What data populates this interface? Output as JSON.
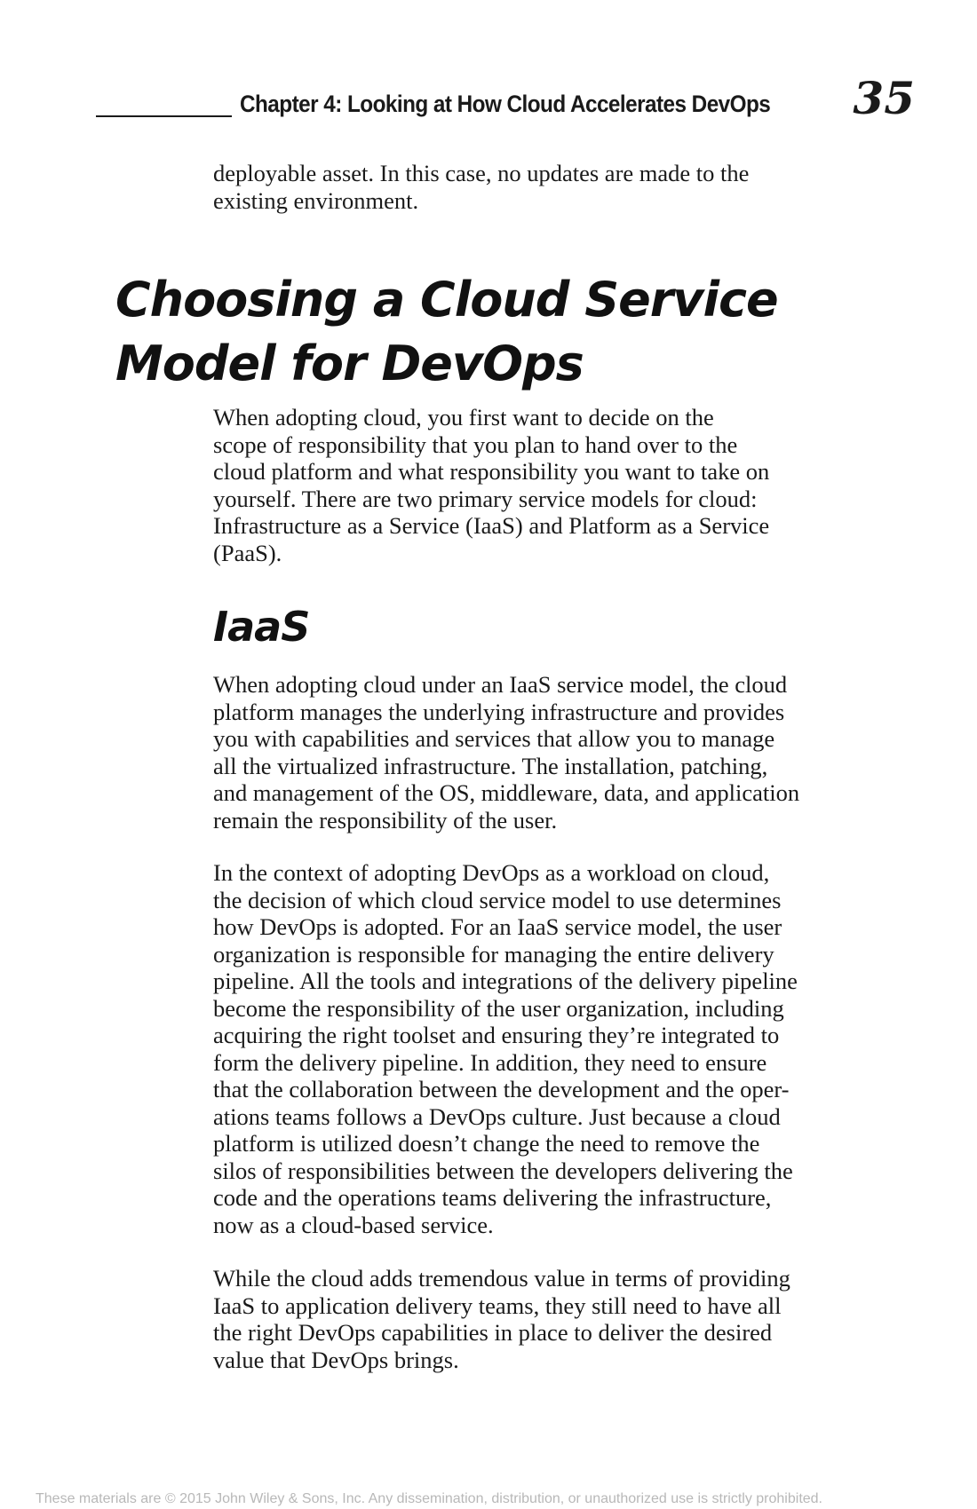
{
  "header": {
    "chapter_title": "Chapter 4: Looking at How Cloud Accelerates DevOps",
    "page_number": "35"
  },
  "intro_paragraph": {
    "lines": [
      "deployable asset. In this case, no updates are made to the",
      "existing environment."
    ]
  },
  "section": {
    "heading_lines": [
      "Choosing a Cloud Service",
      "Model for DevOps"
    ],
    "paragraph": {
      "lines": [
        "When adopting cloud, you first want to decide on the",
        "scope of responsibility that you plan to hand over to the",
        "cloud platform and what responsibility you want to take on",
        "yourself. There are two primary service models for cloud:",
        "Infrastructure as a Service (IaaS) and Platform as a Service",
        "(PaaS)."
      ]
    }
  },
  "subsection": {
    "heading": "IaaS",
    "paragraphs": [
      {
        "lines": [
          "When adopting cloud under an IaaS service model, the cloud",
          "platform manages the underlying infrastructure and provides",
          "you with capabilities and services that allow you to manage",
          "all the virtualized infrastructure. The installation, patching,",
          "and management of the OS, middleware, data, and application",
          "remain the responsibility of the user."
        ]
      },
      {
        "lines": [
          "In the context of adopting DevOps as a workload on cloud,",
          "the decision of which cloud service model to use determines",
          "how DevOps is adopted. For an IaaS service model, the user",
          "organization is responsible for managing the entire delivery",
          "pipeline. All the tools and integrations of the delivery pipeline",
          "become the responsibility of the user organization, including",
          "acquiring the right toolset and ensuring they’re integrated to",
          "form the delivery pipeline. In addition, they need to ensure",
          "that the collaboration between the development and the oper-",
          "ations teams follows a DevOps culture. Just because a cloud",
          "platform is utilized doesn’t change the need to remove the",
          "silos of responsibilities between the developers delivering the",
          "code and the operations teams delivering the infrastructure,",
          "now as a cloud-based service."
        ]
      },
      {
        "lines": [
          "While the cloud adds tremendous value in terms of providing",
          "IaaS to application delivery teams, they still need to have all",
          "the right DevOps capabilities in place to deliver the desired",
          "value that DevOps brings."
        ]
      }
    ]
  },
  "footer": {
    "copyright": "These materials are © 2015 John Wiley & Sons, Inc. Any dissemination, distribution, or unauthorized use is strictly prohibited."
  }
}
